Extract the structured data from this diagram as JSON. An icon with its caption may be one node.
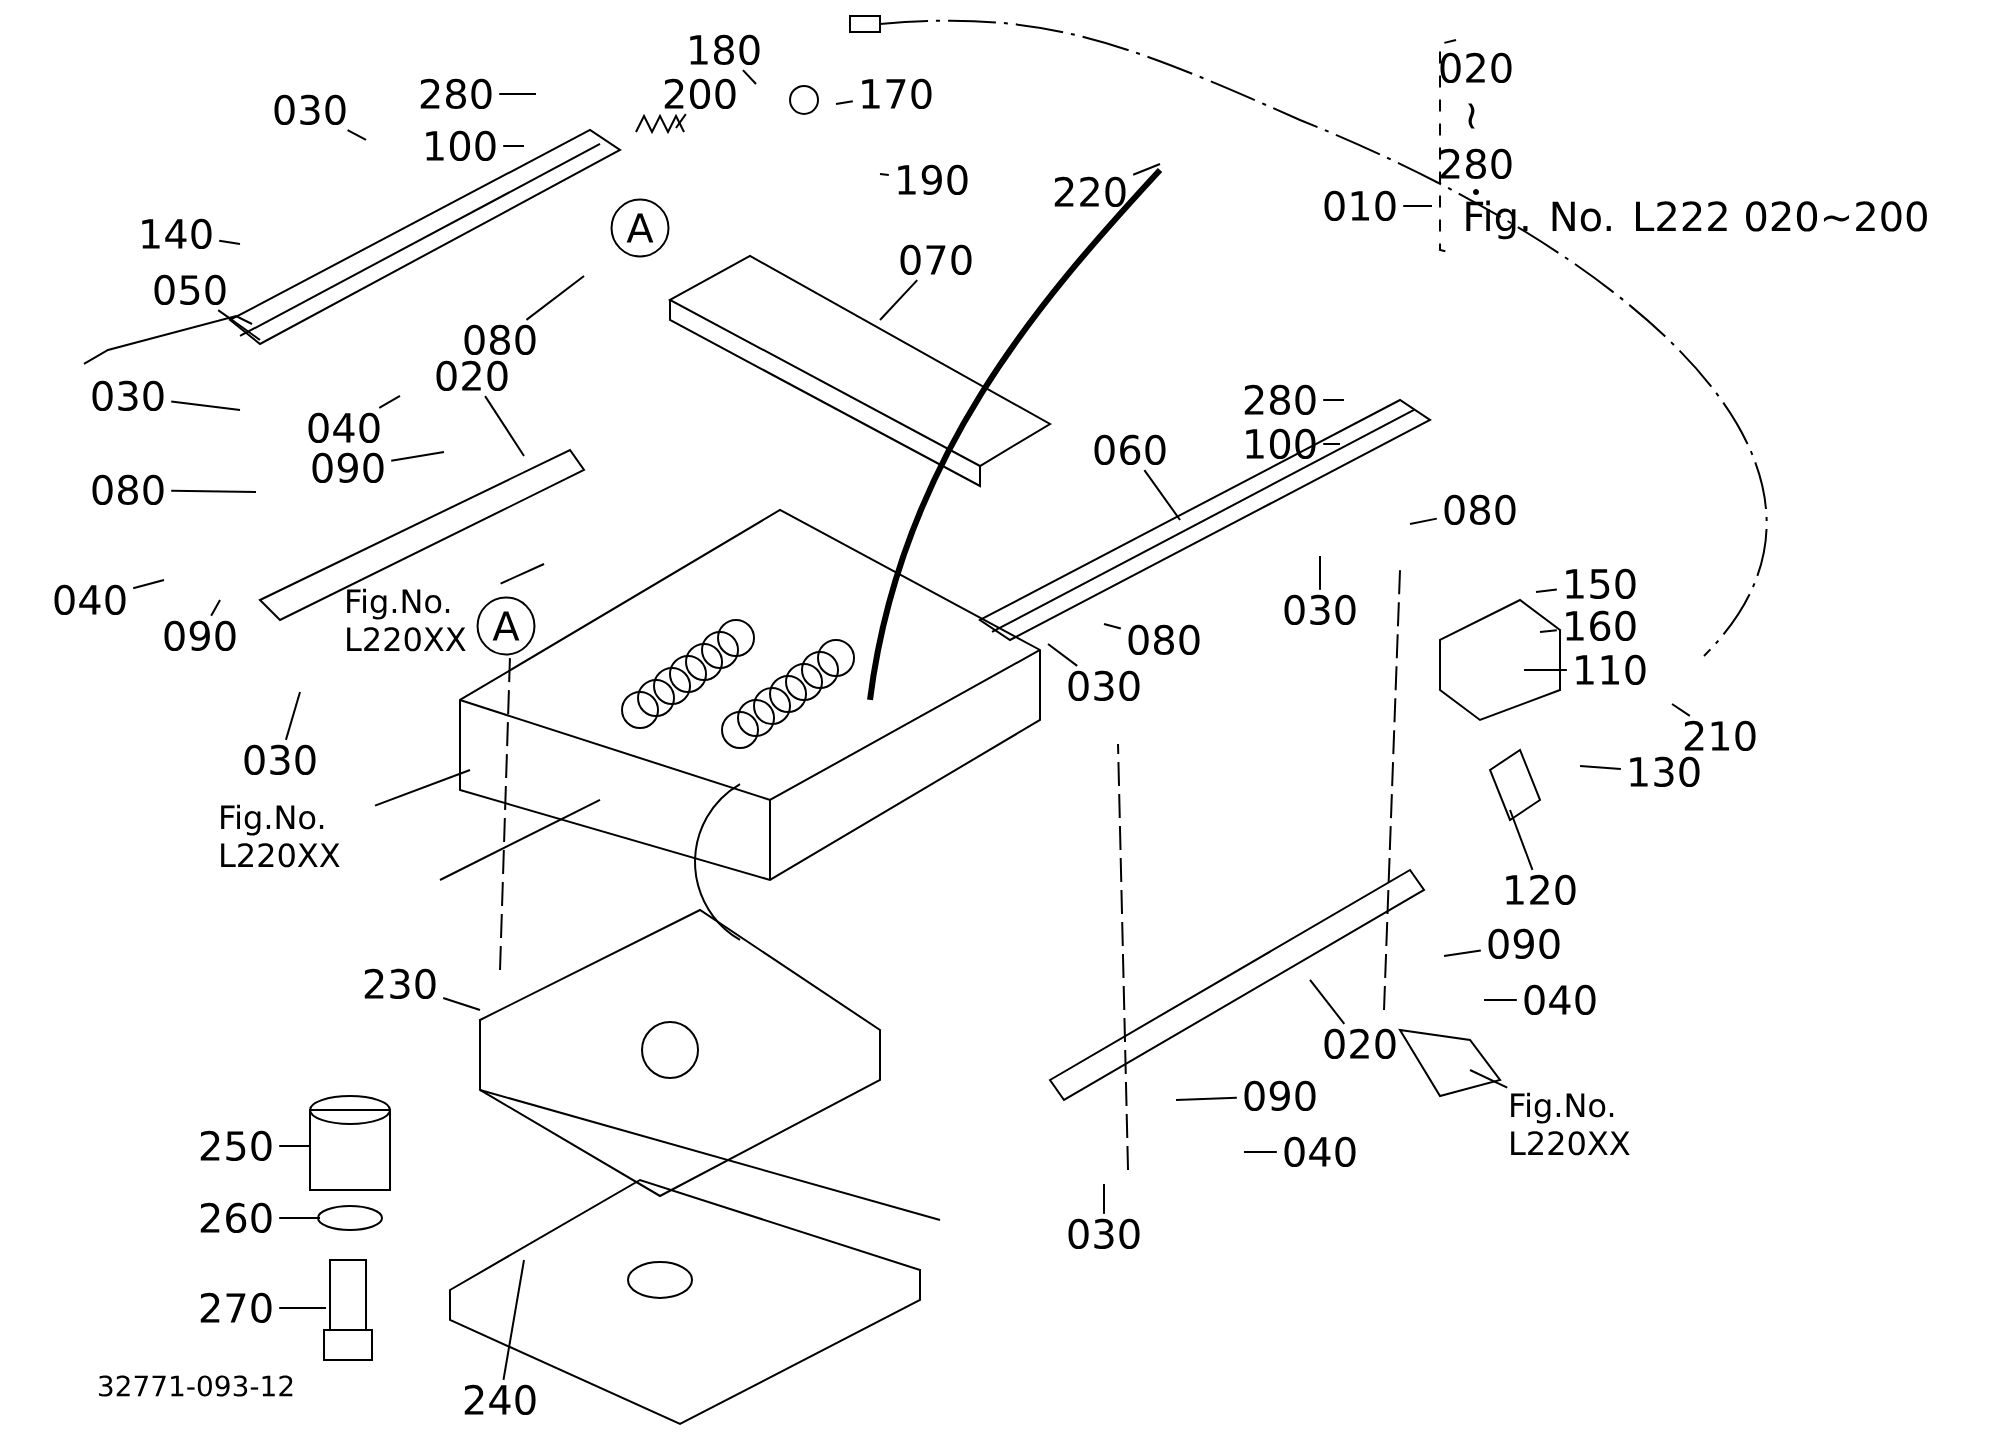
{
  "diagram": {
    "nodes": [
      {
        "text": [
          "280"
        ]
      },
      {
        "text": [
          "100"
        ]
      },
      {
        "text": [
          "030"
        ]
      },
      {
        "text": [
          "200"
        ]
      },
      {
        "text": [
          "180"
        ]
      },
      {
        "text": [
          "170"
        ]
      },
      {
        "text": [
          "190"
        ]
      },
      {
        "text": [
          "140"
        ]
      },
      {
        "text": [
          "050"
        ]
      },
      {
        "text": [
          "080"
        ]
      },
      {
        "text": [
          "020"
        ]
      },
      {
        "text": [
          "040"
        ]
      },
      {
        "text": [
          "090"
        ]
      },
      {
        "text": [
          "030"
        ]
      },
      {
        "text": [
          "080"
        ]
      },
      {
        "text": [
          "040"
        ]
      },
      {
        "text": [
          "090"
        ]
      },
      {
        "text": [
          "030"
        ]
      },
      {
        "text": [
          "Fig.No. L220XX"
        ]
      },
      {
        "text": [
          "A"
        ]
      },
      {
        "text": [
          "A"
        ]
      },
      {
        "text": [
          "Fig.No. L220XX"
        ]
      },
      {
        "text": [
          "220"
        ]
      },
      {
        "text": [
          "070"
        ]
      },
      {
        "text": [
          "060"
        ]
      },
      {
        "text": [
          "280"
        ]
      },
      {
        "text": [
          "100"
        ]
      },
      {
        "text": [
          "080"
        ]
      },
      {
        "text": [
          "030"
        ]
      },
      {
        "text": [
          "080"
        ]
      },
      {
        "text": [
          "030"
        ]
      },
      {
        "text": [
          "150"
        ]
      },
      {
        "text": [
          "160"
        ]
      },
      {
        "text": [
          "110"
        ]
      },
      {
        "text": [
          "210"
        ]
      },
      {
        "text": [
          "130"
        ]
      },
      {
        "text": [
          "120"
        ]
      },
      {
        "text": [
          "090"
        ]
      },
      {
        "text": [
          "040"
        ]
      },
      {
        "text": [
          "020"
        ]
      },
      {
        "text": [
          "Fig.No. L220XX"
        ]
      },
      {
        "text": [
          "090"
        ]
      },
      {
        "text": [
          "040"
        ]
      },
      {
        "text": [
          "030"
        ]
      },
      {
        "text": [
          "230"
        ]
      },
      {
        "text": [
          "250"
        ]
      },
      {
        "text": [
          "260"
        ]
      },
      {
        "text": [
          "270"
        ]
      },
      {
        "text": [
          "240"
        ]
      },
      {
        "text": [
          "010"
        ]
      }
    ],
    "edges": [
      {
        "from": 0,
        "to": null,
        "arrow": "none"
      },
      {
        "from": 1,
        "to": null,
        "arrow": "none"
      },
      {
        "from": 2,
        "to": null,
        "arrow": "none"
      },
      {
        "from": 3,
        "to": null,
        "arrow": "none"
      },
      {
        "from": 4,
        "to": null,
        "arrow": "none"
      },
      {
        "from": 5,
        "to": null,
        "arrow": "none"
      },
      {
        "from": 6,
        "to": null,
        "arrow": "none"
      },
      {
        "from": 7,
        "to": null,
        "arrow": "none"
      },
      {
        "from": 8,
        "to": null,
        "arrow": "none"
      },
      {
        "from": 9,
        "to": null,
        "arrow": "none"
      },
      {
        "from": 10,
        "to": null,
        "arrow": "none"
      },
      {
        "from": 11,
        "to": null,
        "arrow": "none"
      },
      {
        "from": 12,
        "to": null,
        "arrow": "none"
      },
      {
        "from": 13,
        "to": null,
        "arrow": "none"
      },
      {
        "from": 14,
        "to": null,
        "arrow": "none"
      },
      {
        "from": 15,
        "to": null,
        "arrow": "none"
      },
      {
        "from": 16,
        "to": null,
        "arrow": "none"
      },
      {
        "from": 17,
        "to": null,
        "arrow": "none"
      },
      {
        "from": 18,
        "to": null,
        "arrow": "none"
      },
      {
        "from": 21,
        "to": null,
        "arrow": "none"
      },
      {
        "from": 22,
        "to": null,
        "arrow": "none"
      },
      {
        "from": 23,
        "to": null,
        "arrow": "none"
      },
      {
        "from": 24,
        "to": null,
        "arrow": "none"
      },
      {
        "from": 25,
        "to": null,
        "arrow": "none"
      },
      {
        "from": 26,
        "to": null,
        "arrow": "none"
      },
      {
        "from": 27,
        "to": null,
        "arrow": "none"
      },
      {
        "from": 28,
        "to": null,
        "arrow": "none"
      },
      {
        "from": 29,
        "to": null,
        "arrow": "none"
      },
      {
        "from": 30,
        "to": null,
        "arrow": "none"
      },
      {
        "from": 31,
        "to": null,
        "arrow": "none"
      },
      {
        "from": 32,
        "to": null,
        "arrow": "none"
      },
      {
        "from": 33,
        "to": null,
        "arrow": "none"
      },
      {
        "from": 34,
        "to": null,
        "arrow": "none"
      },
      {
        "from": 35,
        "to": null,
        "arrow": "none"
      },
      {
        "from": 36,
        "to": null,
        "arrow": "none"
      },
      {
        "from": 37,
        "to": null,
        "arrow": "none"
      },
      {
        "from": 38,
        "to": null,
        "arrow": "none"
      },
      {
        "from": 39,
        "to": null,
        "arrow": "none"
      },
      {
        "from": 40,
        "to": null,
        "arrow": "none"
      },
      {
        "from": 41,
        "to": null,
        "arrow": "none"
      },
      {
        "from": 42,
        "to": null,
        "arrow": "none"
      },
      {
        "from": 43,
        "to": null,
        "arrow": "none"
      },
      {
        "from": 44,
        "to": null,
        "arrow": "none"
      },
      {
        "from": 45,
        "to": null,
        "arrow": "none"
      },
      {
        "from": 46,
        "to": null,
        "arrow": "none"
      },
      {
        "from": 47,
        "to": null,
        "arrow": "none"
      },
      {
        "from": 48,
        "to": null,
        "arrow": "none"
      },
      {
        "from": 49,
        "to": null,
        "arrow": "none"
      }
    ],
    "labels": [
      "020",
      "∼",
      "280",
      "Fig. No. L222 020∼200",
      "32771-093-12"
    ]
  }
}
